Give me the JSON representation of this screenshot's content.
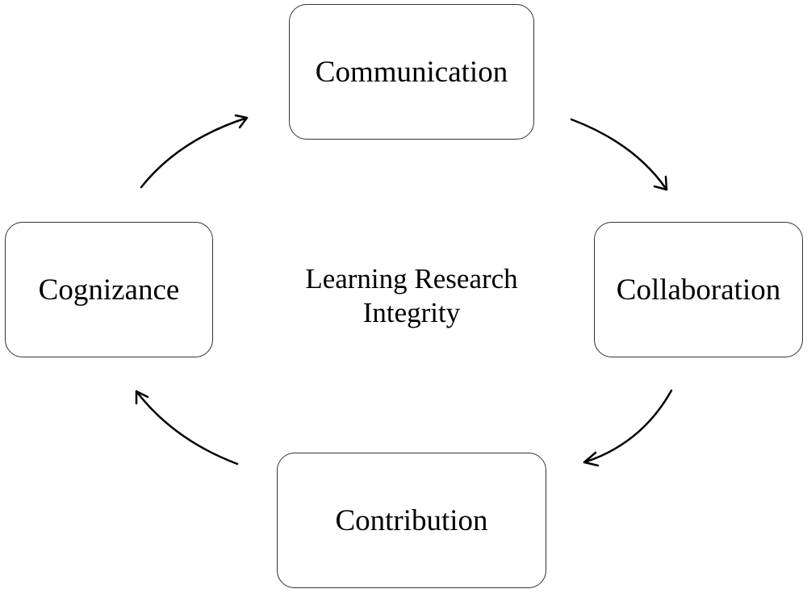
{
  "diagram": {
    "center": {
      "line1": "Learning Research",
      "line2": "Integrity"
    },
    "nodes": {
      "top": "Communication",
      "right": "Collaboration",
      "bottom": "Contribution",
      "left": "Cognizance"
    },
    "cycle_order": [
      "Communication",
      "Collaboration",
      "Contribution",
      "Cognizance"
    ],
    "arrow_direction": "clockwise"
  }
}
